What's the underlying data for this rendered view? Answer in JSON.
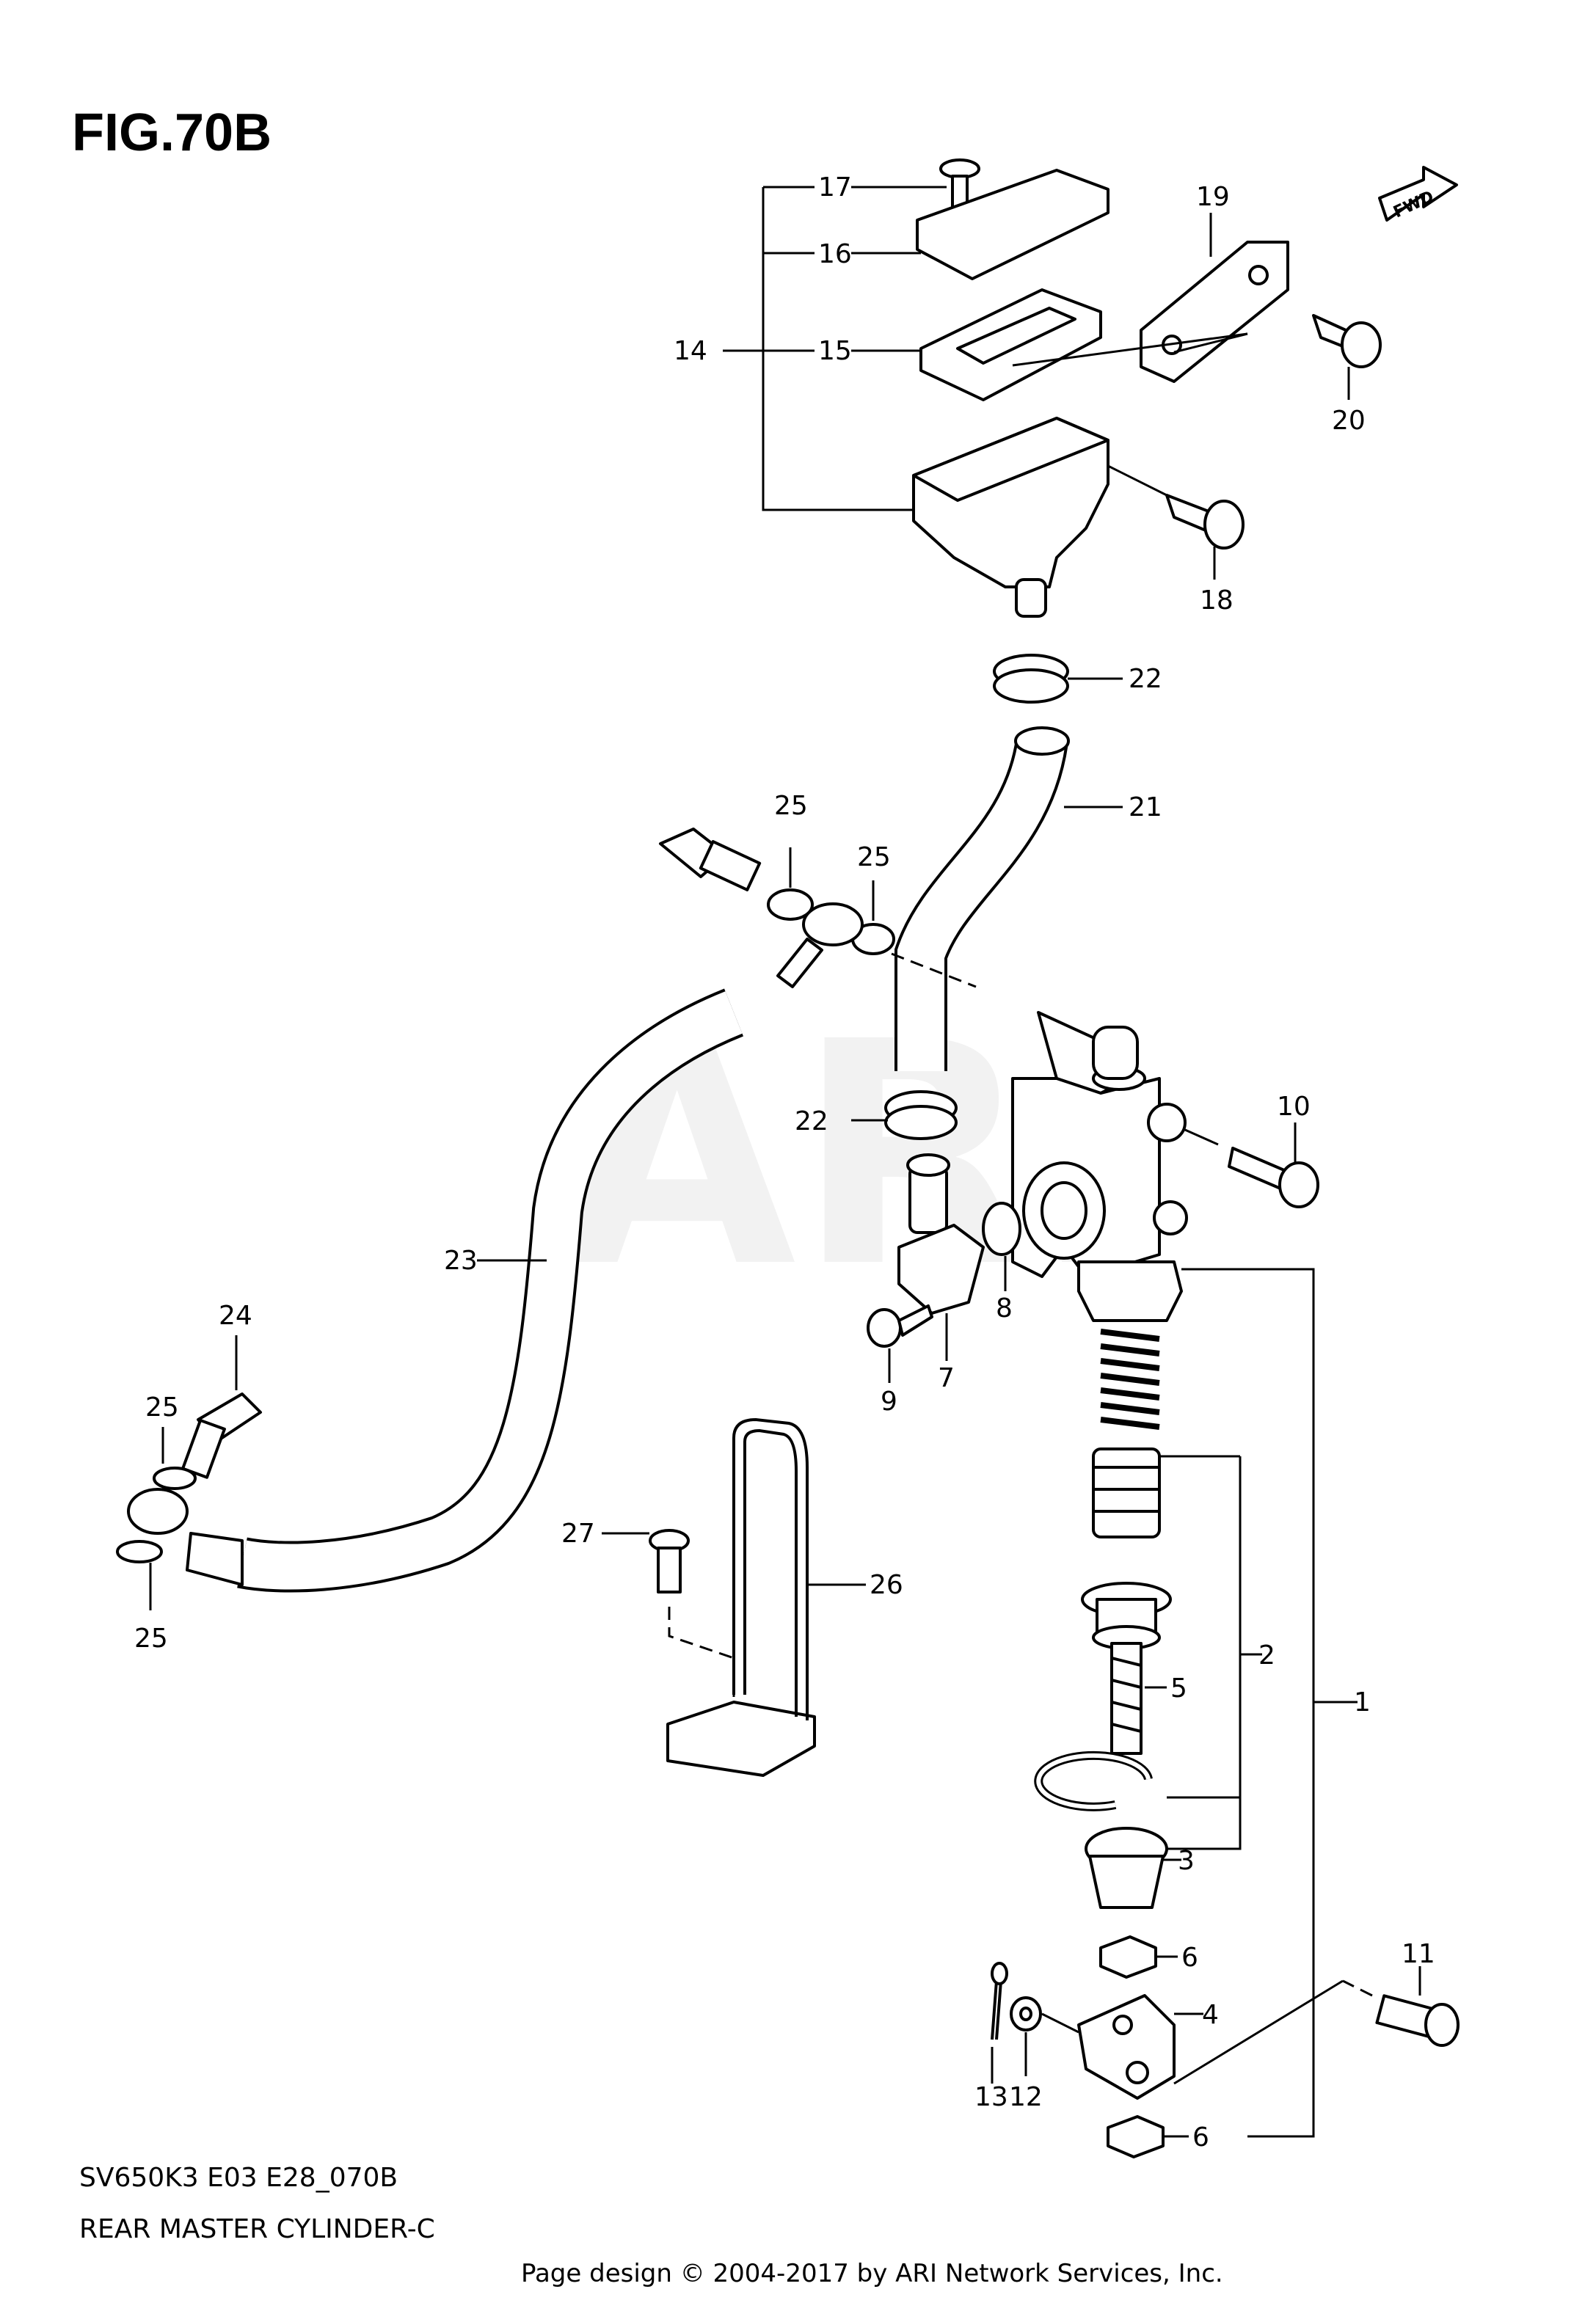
{
  "figure": {
    "title": "FIG.70B",
    "watermark": "ARI",
    "fwd_arrow": "FWD",
    "model_line": "SV650K3 E03 E28_070B",
    "section_title": "REAR MASTER CYLINDER-C",
    "credit": "Page design © 2004-2017 by ARI Network Services, Inc."
  },
  "callouts": {
    "c1": "1",
    "c2": "2",
    "c3": "3",
    "c4": "4",
    "c5": "5",
    "c6a": "6",
    "c6b": "6",
    "c7": "7",
    "c8": "8",
    "c9": "9",
    "c10": "10",
    "c11": "11",
    "c12": "12",
    "c13": "13",
    "c14": "14",
    "c15": "15",
    "c16": "16",
    "c17": "17",
    "c18": "18",
    "c19": "19",
    "c20": "20",
    "c21": "21",
    "c22a": "22",
    "c22b": "22",
    "c23": "23",
    "c24": "24",
    "c25a": "25",
    "c25b": "25",
    "c25c": "25",
    "c25d": "25",
    "c26": "26",
    "c27": "27"
  }
}
